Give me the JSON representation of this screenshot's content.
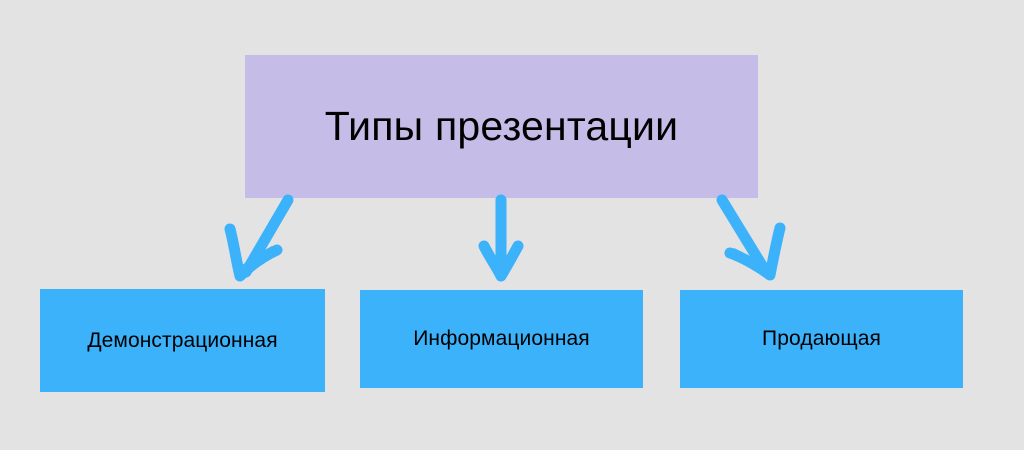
{
  "diagram": {
    "title_node": {
      "label": "Типы презентации",
      "fill": "#c5bde8",
      "text_color": "#000000"
    },
    "background_color": "#e3e3e3",
    "arrow_color": "#3bb2fa",
    "leaf_nodes": [
      {
        "label": "Демонстрационная",
        "fill": "#3bb2fa",
        "text_color": "#000000"
      },
      {
        "label": "Информационная",
        "fill": "#3bb2fa",
        "text_color": "#000000"
      },
      {
        "label": "Продающая",
        "fill": "#3bb2fa",
        "text_color": "#000000"
      }
    ],
    "connectors": [
      {
        "name": "arrow-to-demonstracionnaya",
        "direction": "down-left"
      },
      {
        "name": "arrow-to-informacionnaya",
        "direction": "down"
      },
      {
        "name": "arrow-to-prodayushchaya",
        "direction": "down-right"
      }
    ]
  }
}
